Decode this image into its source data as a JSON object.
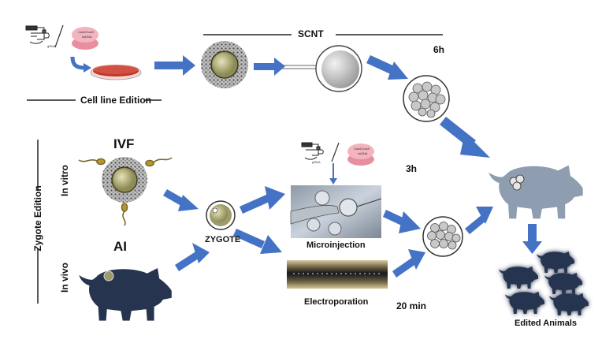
{
  "labels": {
    "scnt": "SCNT",
    "cell_line_edition": "Cell line Edition",
    "six_h": "6h",
    "ivf": "IVF",
    "in_vitro": "In vitro",
    "zygote_edition": "Zygote Edition",
    "ai": "AI",
    "in_vivo": "In vivo",
    "zygote": "ZYGOTE",
    "three_h": "3h",
    "microinjection": "Microinjection",
    "electroporation": "Electroporation",
    "twenty_min": "20 min",
    "edited_animals": "Edited Animals"
  },
  "plasmid_small_text": {
    "cas9": "Cas9/Cas9",
    "ssdna": "ssDNA",
    "grna": "gRNA"
  },
  "colors": {
    "arrow": "#4472c4",
    "pig_dark": "#27344f",
    "pig_light": "#8e9db0",
    "dish_red": "#c0392b",
    "plasmid_pink": "#f0a9b4",
    "glow": "#5aa7ff"
  },
  "icons": [
    "dna-vector-icon",
    "plasmid-icon",
    "petri-dish-icon",
    "oocyte-icon",
    "embryo-cluster-icon",
    "pig-icon",
    "sperm-icon",
    "pipette-icon"
  ]
}
